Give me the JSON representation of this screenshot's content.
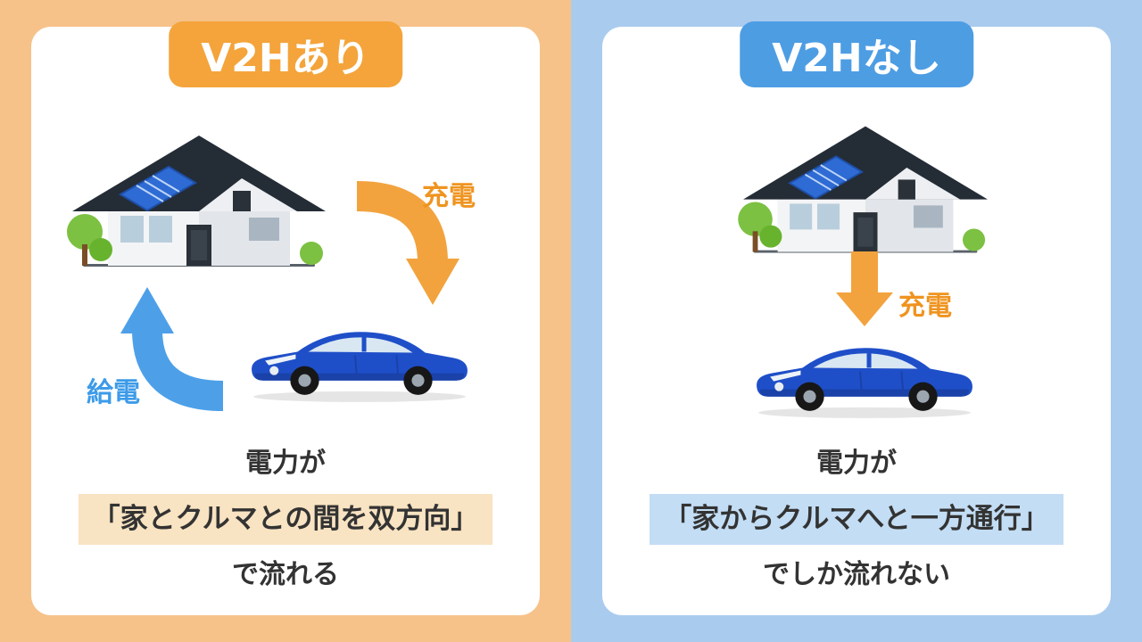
{
  "left_panel": {
    "title": "V2Hあり",
    "charge_label": "充電",
    "supply_label": "給電",
    "caption_line1": "電力が",
    "caption_line2": "「家とクルマとの間を双方向」",
    "caption_line3": "で流れる"
  },
  "right_panel": {
    "title": "V2Hなし",
    "charge_label": "充電",
    "caption_line1": "電力が",
    "caption_line2": "「家からクルマへと一方通行」",
    "caption_line3": "でしか流れない"
  },
  "icons": {
    "house": "house-with-solar-panels-illustration",
    "car": "blue-sedan-ev-illustration",
    "left_charge_arrow": "curved-arrow-house-to-car",
    "left_supply_arrow": "curved-arrow-car-to-house",
    "right_charge_arrow": "straight-down-arrow-house-to-car"
  },
  "colors": {
    "left_background": "#F6C289",
    "right_background": "#A9CBEE",
    "left_badge": "#F4A43B",
    "right_badge": "#4D9DE3",
    "charge_arrow": "#F2A33E",
    "supply_arrow": "#4DA0E8",
    "charge_label_text": "#EF9420",
    "supply_label_text": "#3D9BE8",
    "left_highlight": "#F8E3C2",
    "right_highlight": "#C3DDF4",
    "card_background": "#FFFFFF",
    "text": "#333333"
  }
}
